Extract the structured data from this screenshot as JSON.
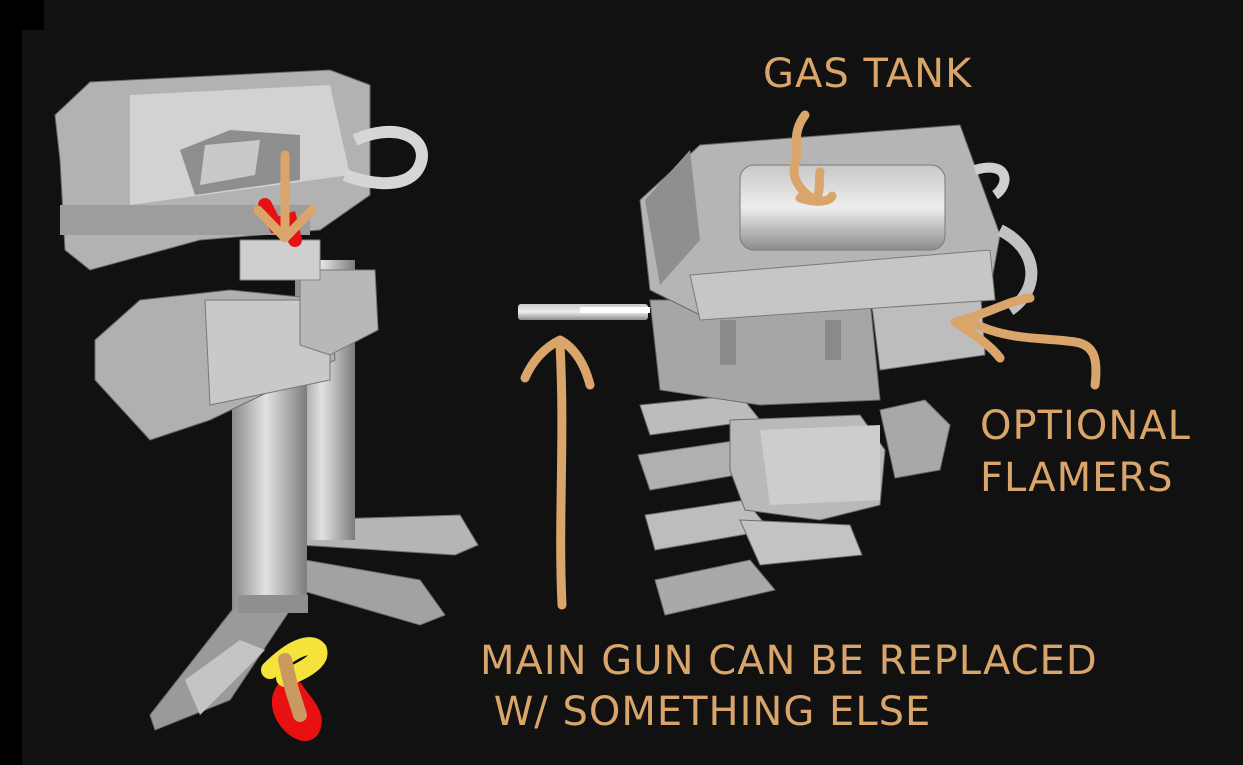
{
  "annotations": {
    "gas_tank": "GAS TANK",
    "optional_flamers_line1": "OPTIONAL",
    "optional_flamers_line2": "FLAMERS",
    "main_gun_line1": "MAIN GUN CAN BE REPLACED",
    "main_gun_line2": " W/ SOMETHING ELSE"
  },
  "colors": {
    "background": "#111111",
    "annotation": "#d9a56b",
    "marker_red": "#e81010",
    "marker_yellow": "#f5e33c",
    "model_gray": "#a8a8a8"
  }
}
